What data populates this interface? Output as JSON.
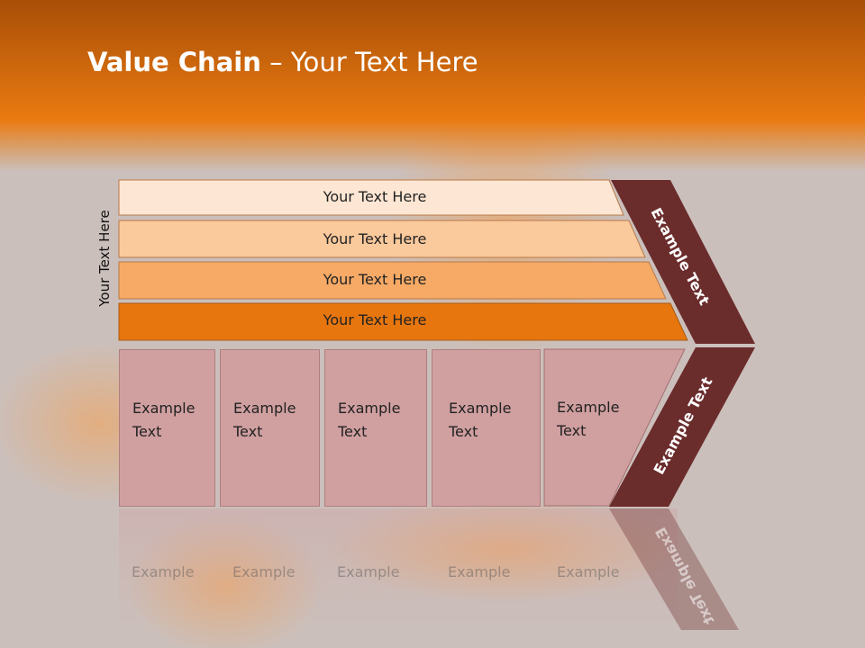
{
  "title": {
    "bold": "Value Chain",
    "rest": " – Your Text Here"
  },
  "side_label": "Your Text Here",
  "rows": [
    {
      "label": "Your Text Here",
      "color": "#fde6d3"
    },
    {
      "label": "Your Text Here",
      "color": "#fac99c"
    },
    {
      "label": "Your Text Here",
      "color": "#f6aa66"
    },
    {
      "label": "Your Text Here",
      "color": "#e7760f"
    }
  ],
  "columns": [
    {
      "line1": "Example",
      "line2": "Text"
    },
    {
      "line1": "Example",
      "line2": "Text"
    },
    {
      "line1": "Example",
      "line2": "Text"
    },
    {
      "line1": "Example",
      "line2": "Text"
    },
    {
      "line1": "Example",
      "line2": "Text"
    }
  ],
  "chevron_top_label": "Example Text",
  "chevron_bottom_label": "Example Text",
  "colors": {
    "header": "#e8780f",
    "chevron": "#6b2c2c",
    "column": "#d09fa0"
  }
}
